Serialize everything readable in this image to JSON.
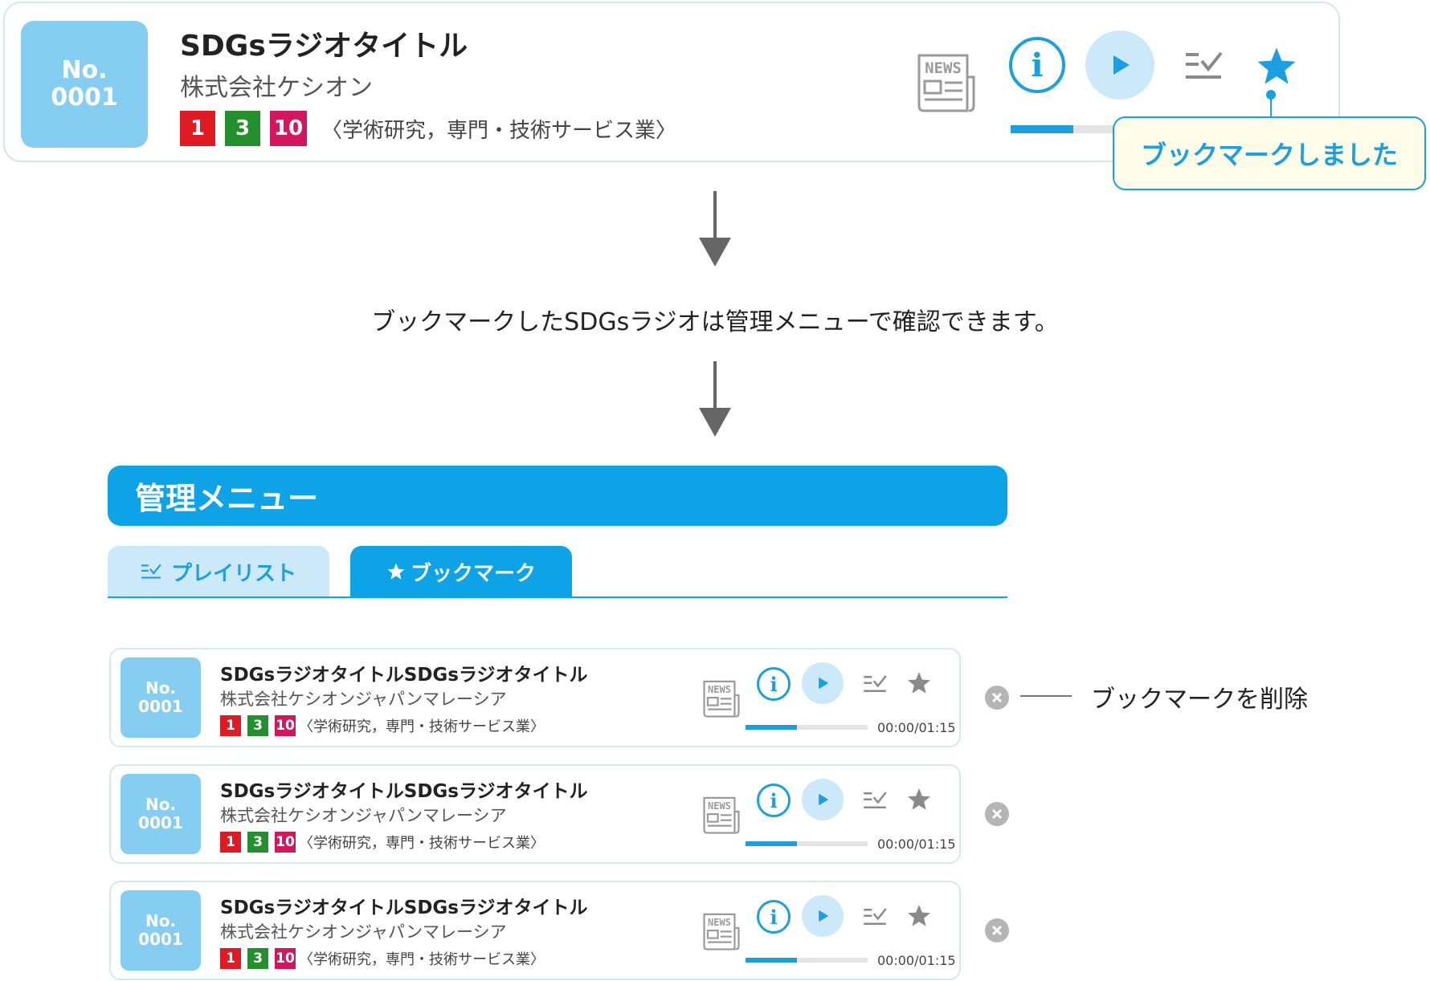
{
  "top_card": {
    "number_label": "No.",
    "number_value": "0001",
    "title": "SDGsラジオタイトル",
    "company": "株式会社ケシオン",
    "badges": [
      "1",
      "3",
      "10"
    ],
    "category": "〈学術研究，専門・技術サービス業〉",
    "news_label": "NEWS",
    "info_symbol": "i",
    "progress": 0.49
  },
  "tooltip": {
    "text": "ブックマークしました"
  },
  "message": "ブックマークしたSDGsラジオは管理メニューで確認できます。",
  "admin": {
    "title": "管理メニュー",
    "tabs": [
      {
        "label": "プレイリスト"
      },
      {
        "label": "ブックマーク"
      }
    ]
  },
  "rows": [
    {
      "number_label": "No.",
      "number_value": "0001",
      "title": "SDGsラジオタイトルSDGsラジオタイトル",
      "company": "株式会社ケシオンジャパンマレーシア",
      "badges": [
        "1",
        "3",
        "10"
      ],
      "category": "〈学術研究，専門・技術サービス業〉",
      "time": "00:00/01:15",
      "progress": 0.42
    },
    {
      "number_label": "No.",
      "number_value": "0001",
      "title": "SDGsラジオタイトルSDGsラジオタイトル",
      "company": "株式会社ケシオンジャパンマレーシア",
      "badges": [
        "1",
        "3",
        "10"
      ],
      "category": "〈学術研究，専門・技術サービス業〉",
      "time": "00:00/01:15",
      "progress": 0.42
    },
    {
      "number_label": "No.",
      "number_value": "0001",
      "title": "SDGsラジオタイトルSDGsラジオタイトル",
      "company": "株式会社ケシオンジャパンマレーシア",
      "badges": [
        "1",
        "3",
        "10"
      ],
      "category": "〈学術研究，専門・技術サービス業〉",
      "time": "00:00/01:15",
      "progress": 0.42
    }
  ],
  "callout": {
    "text": "ブックマークを削除"
  },
  "icons": {
    "news": "news-icon",
    "info": "info-icon",
    "play": "play-icon",
    "playlist": "playlist-icon",
    "bookmark": "star-icon",
    "delete": "close-icon",
    "arrow": "arrow-down-icon"
  },
  "colors": {
    "accent": "#0ea2e6",
    "accent_light": "#cce9f9",
    "number_box": "#86cdf2",
    "badge_1": "#e01a22",
    "badge_3": "#24902d",
    "badge_10": "#d3175f",
    "tooltip_bg": "#fffdea",
    "delete": "#b5b5b5"
  }
}
